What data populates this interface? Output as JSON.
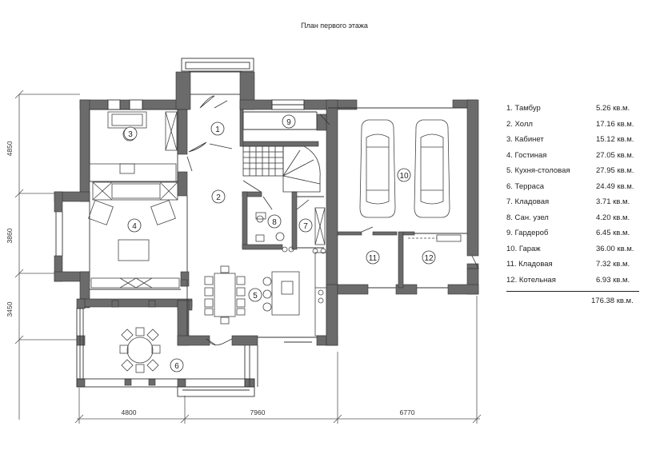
{
  "title": "План первого этажа",
  "rooms": [
    {
      "num": "1",
      "name": "1. Тамбур",
      "area": "5.26 кв.м."
    },
    {
      "num": "2",
      "name": "2. Холл",
      "area": "17.16 кв.м."
    },
    {
      "num": "3",
      "name": "3. Кабинет",
      "area": "15.12 кв.м."
    },
    {
      "num": "4",
      "name": "4. Гостиная",
      "area": "27.05 кв.м."
    },
    {
      "num": "5",
      "name": "5. Кухня-столовая",
      "area": "27.95 кв.м."
    },
    {
      "num": "6",
      "name": "6. Терраса",
      "area": "24.49 кв.м."
    },
    {
      "num": "7",
      "name": "7. Кладовая",
      "area": "3.71 кв.м."
    },
    {
      "num": "8",
      "name": "8. Сан. узел",
      "area": "4.20 кв.м."
    },
    {
      "num": "9",
      "name": "9. Гардероб",
      "area": "6.45 кв.м."
    },
    {
      "num": "10",
      "name": "10. Гараж",
      "area": "36.00 кв.м."
    },
    {
      "num": "11",
      "name": "11. Кладовая",
      "area": "7.32 кв.м."
    },
    {
      "num": "12",
      "name": "12. Котельная",
      "area": "6.93 кв.м."
    }
  ],
  "total_area": "176.38 кв.м.",
  "dimensions": {
    "bottom": [
      "4800",
      "7960",
      "6770"
    ],
    "left": [
      "4850",
      "3860",
      "3450"
    ]
  },
  "colors": {
    "wall": "#6b6b6b",
    "line": "#333333"
  }
}
